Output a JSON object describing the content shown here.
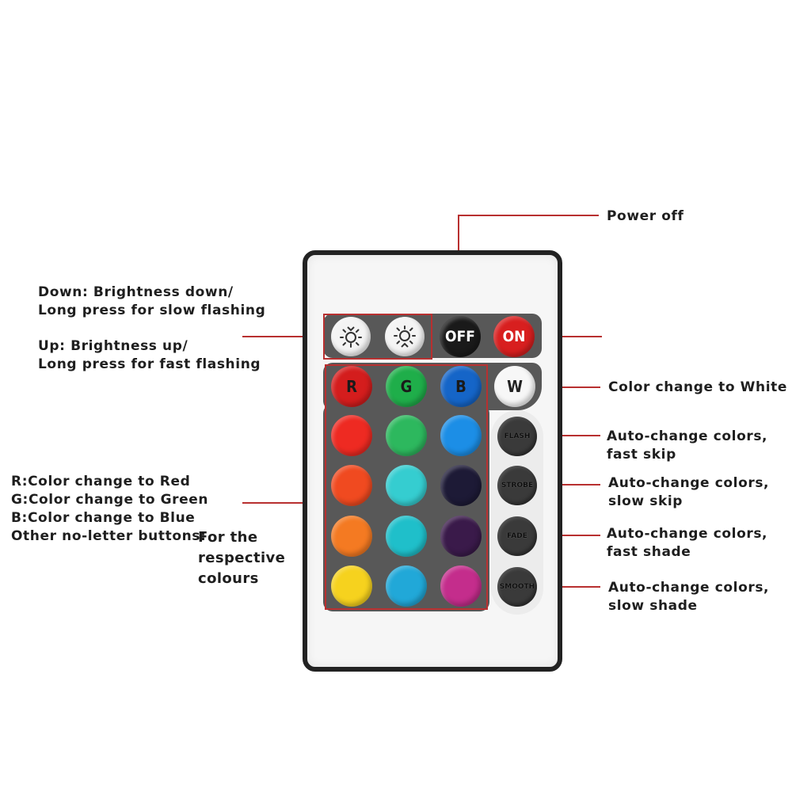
{
  "labels": {
    "power_off": "Power off",
    "brightness_down": [
      "Down: Brightness down/",
      "Long press for slow flashing"
    ],
    "brightness_up": [
      "Up: Brightness up/",
      "Long press for fast flashing"
    ],
    "white": "Color change to White",
    "flash": [
      "Auto-change colors,",
      "fast skip"
    ],
    "strobe": [
      "Auto-change colors,",
      "slow skip"
    ],
    "fade": [
      "Auto-change colors,",
      "fast shade"
    ],
    "smooth": [
      "Auto-change colors,",
      "slow shade"
    ],
    "rgb_legend": [
      "R:Color change to Red",
      "G:Color change to Green",
      "B:Color change to Blue",
      "Other no-letter buttons:"
    ],
    "respective": [
      "For the",
      "respective",
      "colours"
    ]
  },
  "buttons": {
    "off": "OFF",
    "on": "ON",
    "white": "W",
    "red": "R",
    "green": "G",
    "blue": "B",
    "flash": "FLASH",
    "strobe": "STROBE",
    "fade": "FADE",
    "smooth": "SMOOTH"
  },
  "colors": {
    "grid": [
      [
        "#d41d1d",
        "#1fae4a",
        "#1565c8"
      ],
      [
        "#ee2a22",
        "#2db85e",
        "#1c8ee6"
      ],
      [
        "#f04a20",
        "#35cdd0",
        "#1d1a36"
      ],
      [
        "#f47a22",
        "#1fbfca",
        "#3a1a4a"
      ],
      [
        "#f6d21e",
        "#21a8d8",
        "#c42d8c"
      ]
    ],
    "off_button": "#1a1a1a",
    "on_button": "#d81f1f",
    "leader": "#b83030"
  },
  "icons": {
    "brightness_down": "brightness-down-icon",
    "brightness_up": "brightness-up-icon"
  }
}
